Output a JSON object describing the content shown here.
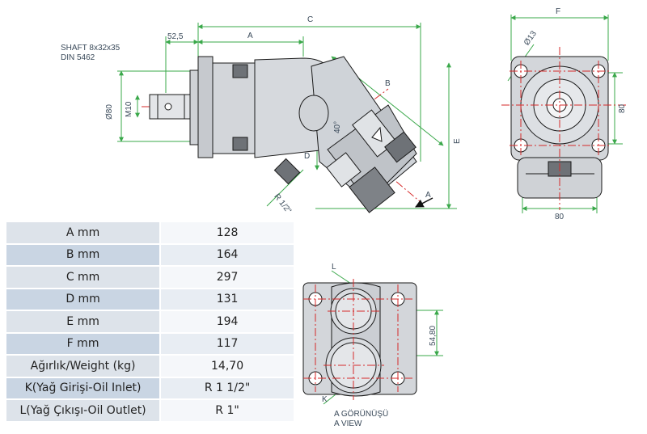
{
  "side_view": {
    "shaft_note_line1": "SHAFT 8x32x35",
    "shaft_note_line2": "DIN 5462",
    "dim_52_5": "52,5",
    "dim_A": "A",
    "dim_B": "B",
    "dim_C": "C",
    "dim_D": "D",
    "dim_E": "E",
    "dim_o80": "Ø80",
    "dim_M10": "M10",
    "angle_40": "40°",
    "port_R": "R 1/2\"",
    "view_arrow_A": "A"
  },
  "front_view": {
    "dim_F": "F",
    "dim_o13": "Ø13",
    "dim_80_side": "80",
    "dim_80_bottom": "80"
  },
  "a_view": {
    "dim_L": "L",
    "dim_K": "K",
    "dim_54_80": "54,80",
    "caption_line1": "A GÖRÜNÜŞÜ",
    "caption_line2": "A VIEW"
  },
  "spec_table": [
    {
      "key": "A mm",
      "value": "128"
    },
    {
      "key": "B mm",
      "value": "164"
    },
    {
      "key": "C mm",
      "value": "297"
    },
    {
      "key": "D mm",
      "value": "131"
    },
    {
      "key": "E mm",
      "value": "194"
    },
    {
      "key": "F mm",
      "value": "117"
    },
    {
      "key": "Ağırlık/Weight (kg)",
      "value": "14,70"
    },
    {
      "key": "K(Yağ Girişi-Oil Inlet)",
      "value": "R 1 1/2\""
    },
    {
      "key": "L(Yağ Çıkışı-Oil Outlet)",
      "value": "R 1\""
    }
  ],
  "colors": {
    "dimension_line": "#3aa84a",
    "center_line": "#d62a2a",
    "body_fill": "#d3d6da",
    "body_stroke": "#1a1a1a"
  }
}
